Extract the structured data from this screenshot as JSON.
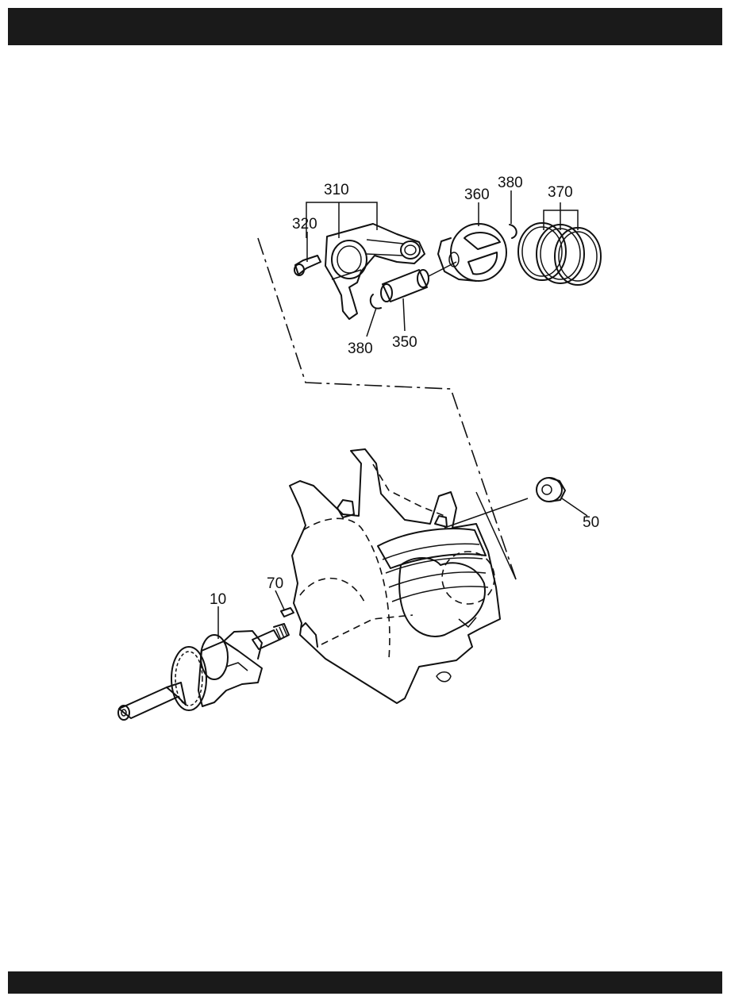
{
  "callouts": {
    "p310": "310",
    "p320": "320",
    "p360": "360",
    "p380_top": "380",
    "p370": "370",
    "p380_bottom": "380",
    "p350": "350",
    "p50": "50",
    "p70": "70",
    "p10": "10"
  },
  "colors": {
    "header_bar": "#1a1a1a",
    "footer_bar": "#1a1a1a",
    "line_art": "#111111"
  }
}
